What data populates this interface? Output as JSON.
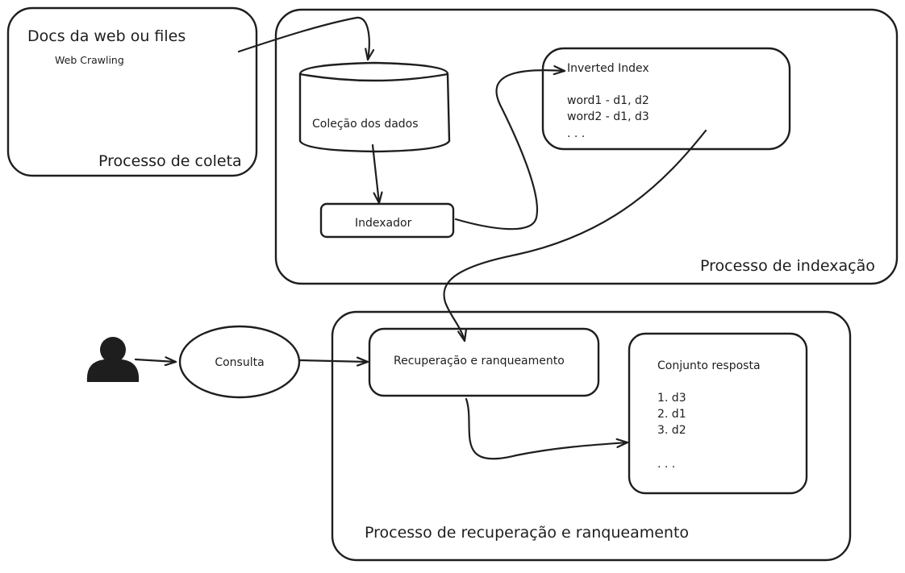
{
  "collect": {
    "source_title": "Docs da web ou files",
    "source_subtitle": "Web Crawling",
    "label": "Processo de coleta"
  },
  "indexing": {
    "collection": "Coleção dos dados",
    "indexer": "Indexador",
    "index_title": "Inverted Index",
    "index_lines": [
      "word1 - d1, d2",
      "word2 - d1, d3",
      ". . ."
    ],
    "label": "Processo de indexação"
  },
  "retrieval": {
    "user_icon": "user-icon",
    "query": "Consulta",
    "ranking": "Recuperação e ranqueamento",
    "result_title": "Conjunto resposta",
    "result_lines": [
      "1. d3",
      "2. d1",
      "3. d2",
      ". . ."
    ],
    "label": "Processo de recuperação e ranqueamento"
  }
}
